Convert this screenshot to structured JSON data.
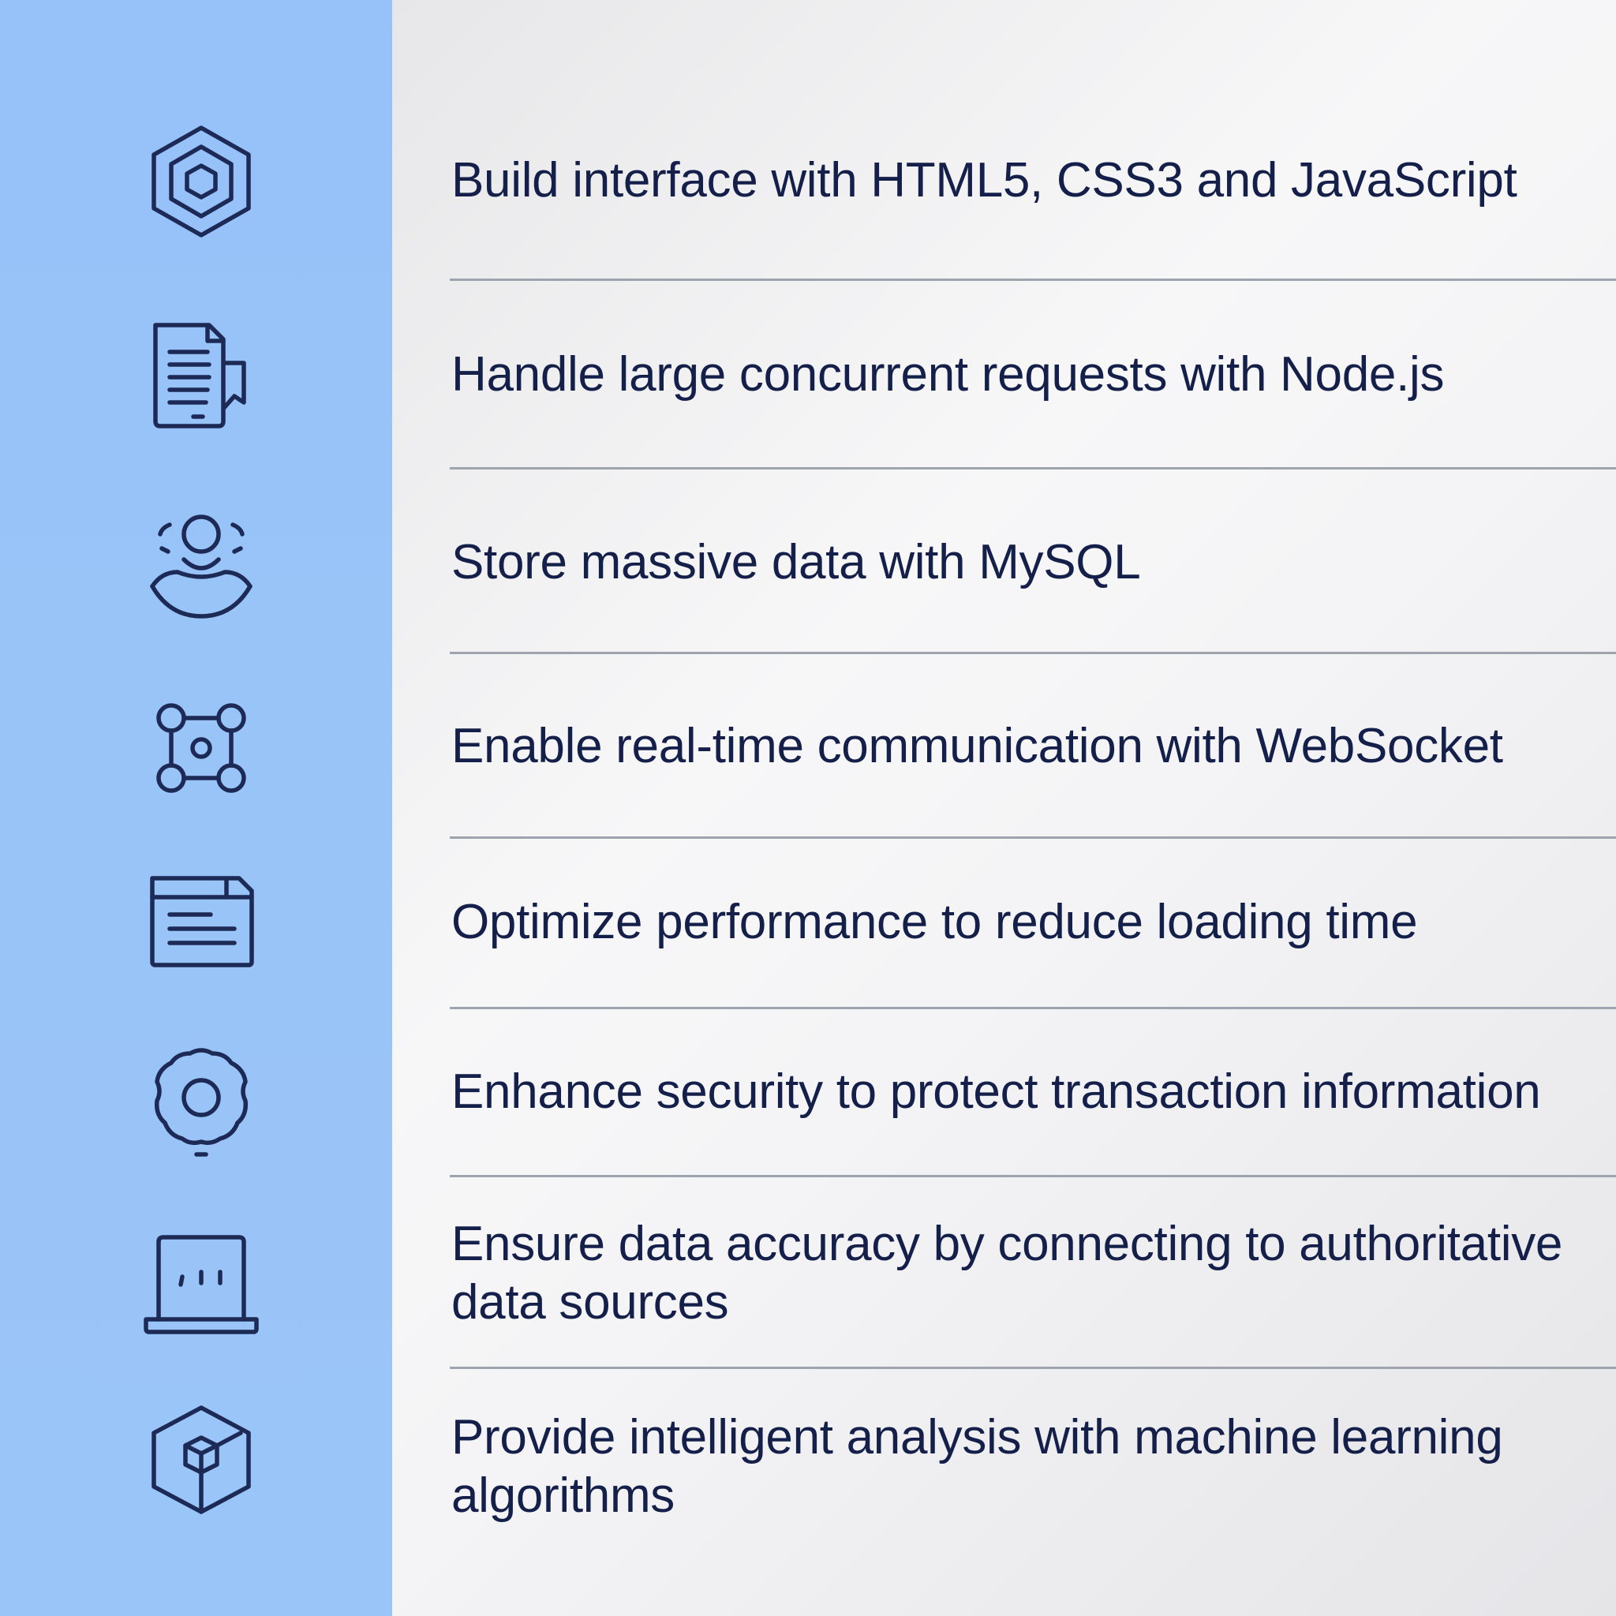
{
  "colors": {
    "sidebar": "#96c2f9",
    "icon_stroke": "#1d2a55",
    "text": "#15204a",
    "divider": "#9fa3ab"
  },
  "rows": [
    {
      "icon": "hexagon-icon",
      "text": "Build interface with HTML5, CSS3 and JavaScript"
    },
    {
      "icon": "document-icon",
      "text": "Handle large concurrent requests with Node.js"
    },
    {
      "icon": "user-sync-icon",
      "text": "Store massive data with MySQL"
    },
    {
      "icon": "network-nodes-icon",
      "text": "Enable real-time communication with WebSocket"
    },
    {
      "icon": "browser-window-icon",
      "text": "Optimize performance to reduce loading time"
    },
    {
      "icon": "gear-icon",
      "text": "Enhance security to protect transaction information"
    },
    {
      "icon": "laptop-icon",
      "text": "Ensure data accuracy by connecting to authoritative data sources"
    },
    {
      "icon": "cube-hexagon-icon",
      "text": "Provide intelligent analysis with machine learning algorithms"
    }
  ]
}
